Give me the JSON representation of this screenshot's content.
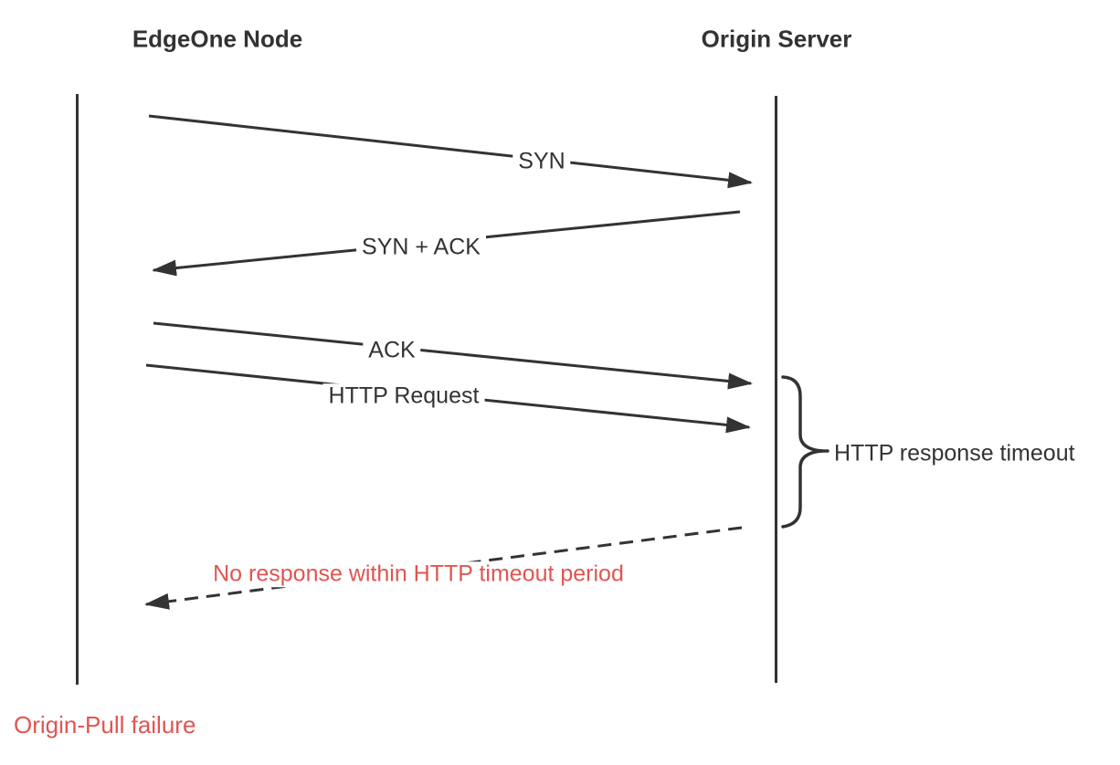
{
  "diagram": {
    "title_hint": "Origin-pull HTTP response timeout sequence",
    "actors": [
      {
        "id": "edgeone",
        "label": "EdgeOne Node"
      },
      {
        "id": "origin",
        "label": "Origin Server"
      }
    ],
    "messages": [
      {
        "id": "syn",
        "label": "SYN",
        "from": "EdgeOne Node",
        "to": "Origin Server",
        "style": "solid"
      },
      {
        "id": "syn-ack",
        "label": "SYN + ACK",
        "from": "Origin Server",
        "to": "EdgeOne Node",
        "style": "solid"
      },
      {
        "id": "ack",
        "label": "ACK",
        "from": "EdgeOne Node",
        "to": "Origin Server",
        "style": "solid"
      },
      {
        "id": "http-request",
        "label": "HTTP Request",
        "from": "EdgeOne Node",
        "to": "Origin Server",
        "style": "solid"
      },
      {
        "id": "no-response",
        "label": "No response within HTTP timeout period",
        "from": "Origin Server",
        "to": "EdgeOne Node",
        "style": "dashed"
      }
    ],
    "annotations": {
      "brace_label": "HTTP response timeout",
      "footer": "Origin-Pull failure"
    },
    "colors": {
      "line": "#333333",
      "accent_red": "#e05551",
      "background": "#ffffff"
    }
  }
}
